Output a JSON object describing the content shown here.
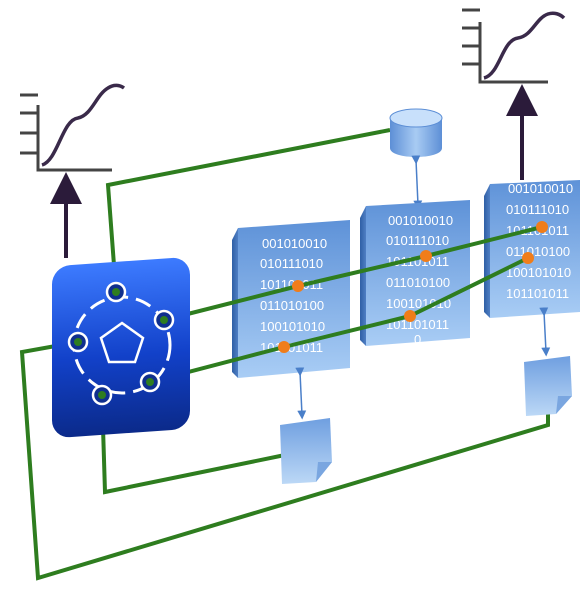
{
  "binary_panels": [
    {
      "lines": [
        "001010010",
        "010111010",
        "101101011",
        "011010100",
        "100101010",
        "101101011"
      ]
    },
    {
      "lines": [
        "001010010",
        "010111010",
        "101101011",
        "011010100",
        "100101010",
        "101101011",
        "0"
      ]
    },
    {
      "lines": [
        "001010010",
        "010111010",
        "101101011",
        "011010100",
        "100101010",
        "101101011"
      ]
    }
  ],
  "colors": {
    "connector": "#2e7d1f",
    "node_dot": "#f07d1a",
    "panel_face": "#7fb0e8",
    "hub": "#1a4fd0",
    "arrow": "#2b1b3a"
  }
}
